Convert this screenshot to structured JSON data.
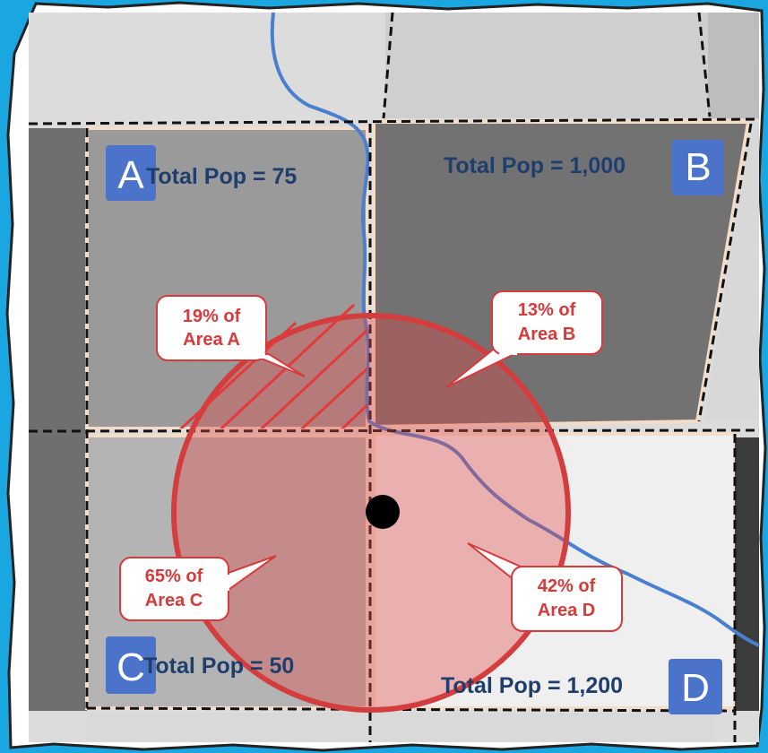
{
  "areas": [
    {
      "letter": "A",
      "pop_label": "Total Pop = 75"
    },
    {
      "letter": "B",
      "pop_label": "Total Pop = 1,000"
    },
    {
      "letter": "C",
      "pop_label": "Total Pop = 50"
    },
    {
      "letter": "D",
      "pop_label": "Total Pop = 1,200"
    }
  ],
  "callouts": [
    {
      "line1": "19% of",
      "line2": "Area A"
    },
    {
      "line1": "13% of",
      "line2": "Area B"
    },
    {
      "line1": "65% of",
      "line2": "Area C"
    },
    {
      "line1": "42% of",
      "line2": "Area D"
    }
  ],
  "colors": {
    "background": "#1aa6e0",
    "map_bg": "#dcdcdc",
    "area_a": "#9a9a9a",
    "area_b": "#727272",
    "area_c": "#b4b4b4",
    "area_d": "#efefef",
    "letter_badge": "#4a73c9",
    "pop_text": "#1f3e6e",
    "buffer_fill": "#e24a4a",
    "buffer_stroke": "#d43d3d",
    "stream": "#4a7fd0",
    "callout_text": "#d63a3a",
    "center_point": "#000000"
  }
}
